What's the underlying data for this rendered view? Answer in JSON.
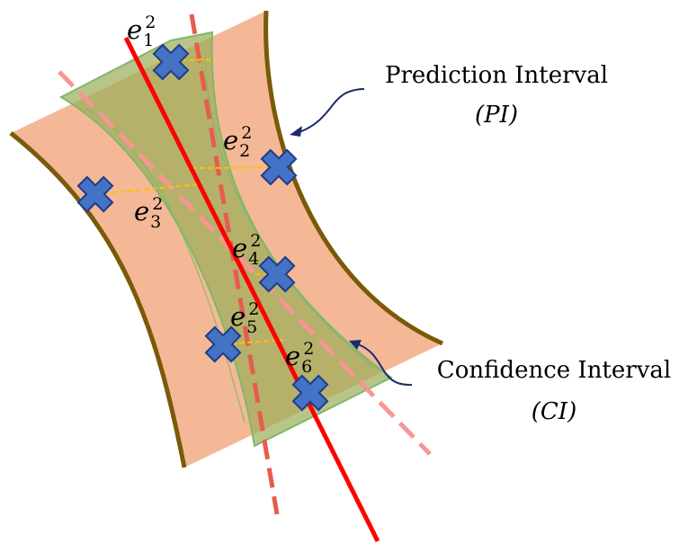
{
  "colors": {
    "prediction_band_fill": "#f5b896",
    "prediction_band_edge": "#7a5a08",
    "confidence_band_fill": "#9cae5a",
    "confidence_band_edge": "#7fb86c",
    "regression_line": "#ff0000",
    "alt_line_dark": "#e65c4f",
    "alt_line_light": "#f99595",
    "point_fill": "#4472c4",
    "point_edge": "#1f3c88",
    "residual_line": "#ffc000",
    "arrow": "#1a2b6a"
  },
  "labels": {
    "prediction_title": "Prediction Interval",
    "prediction_abbr": "(PI)",
    "confidence_title": "Confidence Interval",
    "confidence_abbr": "(CI)"
  },
  "residuals": [
    {
      "base": "e",
      "sub": "1",
      "sup": "2"
    },
    {
      "base": "e",
      "sub": "2",
      "sup": "2"
    },
    {
      "base": "e",
      "sub": "3",
      "sup": "2"
    },
    {
      "base": "e",
      "sub": "4",
      "sup": "2"
    },
    {
      "base": "e",
      "sub": "5",
      "sup": "2"
    },
    {
      "base": "e",
      "sub": "6",
      "sup": "2"
    }
  ],
  "icons": {
    "data_point": "x-cross-marker",
    "pointer": "curved-arrow"
  }
}
